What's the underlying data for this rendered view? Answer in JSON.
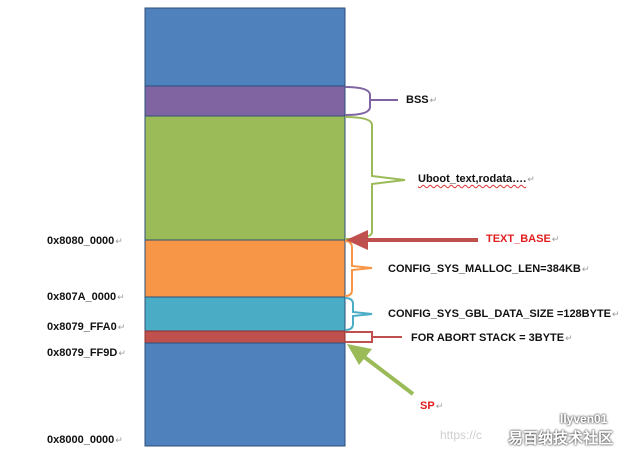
{
  "regions": [
    {
      "id": "top-region",
      "color": "#4F81BD"
    },
    {
      "id": "bss-region",
      "color": "#8064A2"
    },
    {
      "id": "uboot-text-region",
      "color": "#9BBB59"
    },
    {
      "id": "malloc-region",
      "color": "#F79646"
    },
    {
      "id": "gbl-data-region",
      "color": "#4BACC6"
    },
    {
      "id": "abort-stack-region",
      "color": "#C0504D"
    },
    {
      "id": "bottom-region",
      "color": "#4F81BD"
    }
  ],
  "addresses": {
    "text_base": "0x8080_0000",
    "gbl_data_top": "0x807A_0000",
    "abort_stack_top": "0x8079_FFA0",
    "abort_stack_bottom": "0x8079_FF9D",
    "base": "0x8000_0000"
  },
  "labels": {
    "bss": "BSS",
    "uboot": "Uboot_text,rodata….",
    "text_base": "TEXT_BASE",
    "malloc": "CONFIG_SYS_MALLOC_LEN=384KB",
    "gbl_data": "CONFIG_SYS_GBL_DATA_SIZE =128BYTE",
    "abort_stack": "FOR ABORT STACK = 3BYTE",
    "sp": "SP"
  },
  "paragraph_mark": "↵",
  "colors": {
    "text_base_label": "#E02020",
    "sp_label": "#E02020",
    "arrow_red": "#C0504D",
    "arrow_green": "#9BBB59",
    "block_border": "#2E4F7A"
  },
  "watermark": {
    "csdn": "https://c",
    "brand": "易百纳技术社区",
    "user": "llyven01"
  }
}
